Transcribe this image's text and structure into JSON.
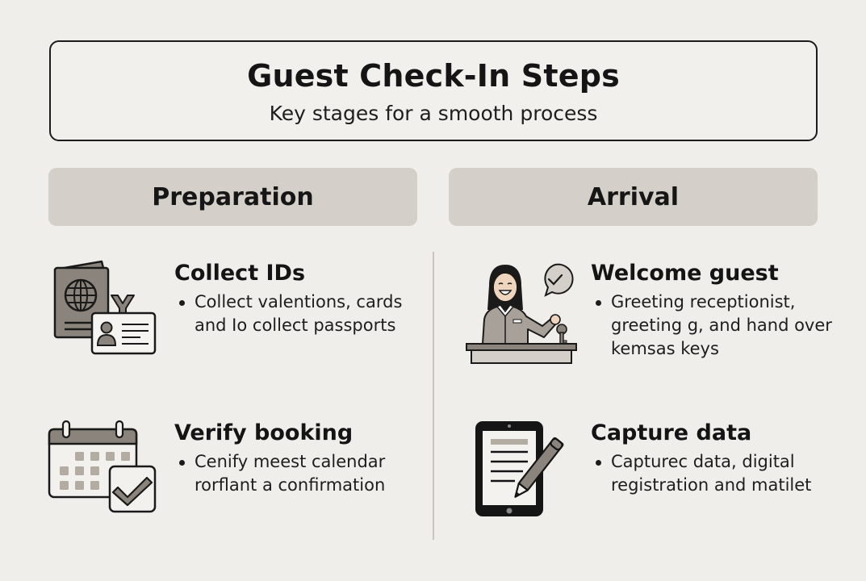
{
  "header": {
    "title": "Guest Check-In Steps",
    "subtitle": "Key stages for a smooth process"
  },
  "columns": [
    {
      "label": "Preparation",
      "steps": [
        {
          "icon": "passport-id-card-icon",
          "title": "Collect IDs",
          "bullet": "Collect valentions, cards and Io collect passports"
        },
        {
          "icon": "calendar-check-icon",
          "title": "Verify booking",
          "bullet": "Cenify meest calendar rorflant a confirmation"
        }
      ]
    },
    {
      "label": "Arrival",
      "steps": [
        {
          "icon": "receptionist-key-icon",
          "title": "Welcome guest",
          "bullet": "Greeting receptionist, greeting g, and hand over kemsas keys"
        },
        {
          "icon": "tablet-pencil-icon",
          "title": "Capture data",
          "bullet": "Capturec data, digital registration and matilet"
        }
      ]
    }
  ],
  "colors": {
    "background": "#efeeeb",
    "header_pill": "#d4cfc8",
    "icon_fill": "#8a847c",
    "text": "#151515"
  }
}
